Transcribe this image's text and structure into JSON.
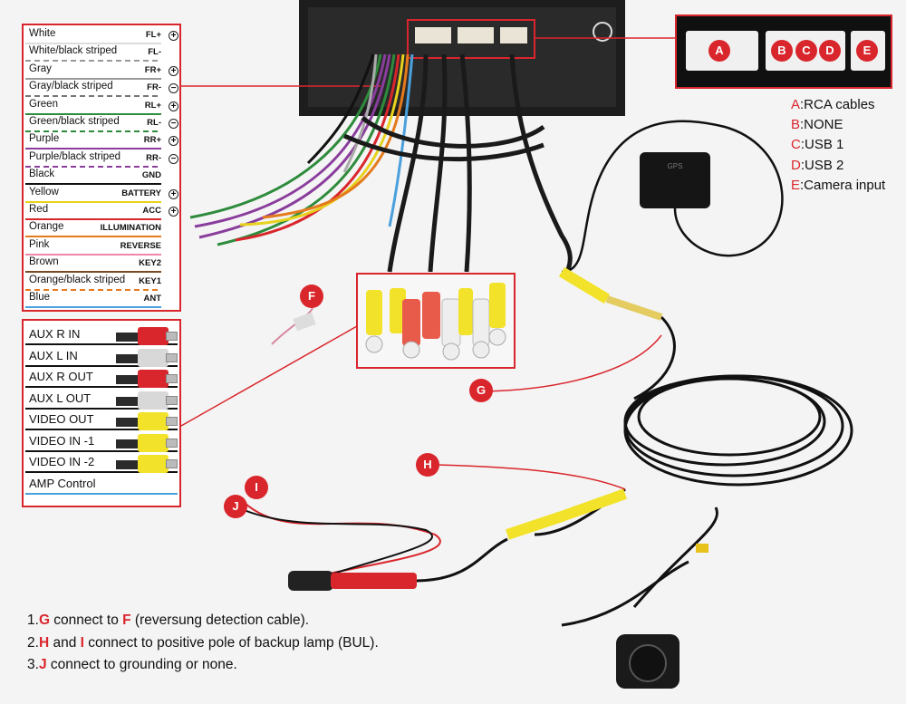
{
  "wire_table": {
    "rows": [
      {
        "name": "White",
        "tag": "FL+",
        "color": "#dddddd",
        "polarity": "+"
      },
      {
        "name": "White/black striped",
        "tag": "FL-",
        "color": "#999999",
        "polarity": ""
      },
      {
        "name": "Gray",
        "tag": "FR+",
        "color": "#9a9a9a",
        "polarity": "+"
      },
      {
        "name": "Gray/black striped",
        "tag": "FR-",
        "color": "#777777",
        "polarity": "−"
      },
      {
        "name": "Green",
        "tag": "RL+",
        "color": "#2e8b3c",
        "polarity": "+"
      },
      {
        "name": "Green/black striped",
        "tag": "RL-",
        "color": "#2e8b3c",
        "polarity": "−"
      },
      {
        "name": "Purple",
        "tag": "RR+",
        "color": "#8a3d9c",
        "polarity": "+"
      },
      {
        "name": "Purple/black striped",
        "tag": "RR-",
        "color": "#8a3d9c",
        "polarity": "−"
      },
      {
        "name": "Black",
        "tag": "GND",
        "color": "#111111",
        "polarity": ""
      },
      {
        "name": "Yellow",
        "tag": "BATTERY",
        "color": "#e8d21c",
        "polarity": "+"
      },
      {
        "name": "Red",
        "tag": "ACC",
        "color": "#d9262c",
        "polarity": "+"
      },
      {
        "name": "Orange",
        "tag": "ILLUMINATION",
        "color": "#e47a1c",
        "polarity": ""
      },
      {
        "name": "Pink",
        "tag": "REVERSE",
        "color": "#ee88aa",
        "polarity": ""
      },
      {
        "name": "Brown",
        "tag": "KEY2",
        "color": "#7a4a22",
        "polarity": ""
      },
      {
        "name": "Orange/black striped",
        "tag": "KEY1",
        "color": "#e47a1c",
        "polarity": ""
      },
      {
        "name": "Blue",
        "tag": "ANT",
        "color": "#4aa0dd",
        "polarity": ""
      }
    ]
  },
  "rca_table": {
    "rows": [
      {
        "name": "AUX R IN",
        "plug_color": "#d9262c"
      },
      {
        "name": "AUX L IN",
        "plug_color": "#d8d8d8"
      },
      {
        "name": "AUX R OUT",
        "plug_color": "#d9262c"
      },
      {
        "name": "AUX L OUT",
        "plug_color": "#d8d8d8"
      },
      {
        "name": "VIDEO OUT",
        "plug_color": "#f2e22a"
      },
      {
        "name": "VIDEO IN -1",
        "plug_color": "#f2e22a"
      },
      {
        "name": "VIDEO IN -2",
        "plug_color": "#f2e22a"
      },
      {
        "name": "AMP Control",
        "plug_color": ""
      }
    ]
  },
  "connector_box": {
    "badges": [
      "A",
      "B",
      "C",
      "D",
      "E"
    ]
  },
  "legend": [
    {
      "letter": "A",
      "text": ":RCA cables"
    },
    {
      "letter": "B",
      "text": ":NONE"
    },
    {
      "letter": "C",
      "text": ":USB 1"
    },
    {
      "letter": "D",
      "text": ":USB 2"
    },
    {
      "letter": "E",
      "text": ":Camera input"
    }
  ],
  "point_labels": [
    "F",
    "G",
    "H",
    "I",
    "J"
  ],
  "notes": [
    {
      "num": "1.",
      "parts": [
        {
          "t": "G",
          "red": true
        },
        {
          "t": " connect to ",
          "red": false
        },
        {
          "t": "F",
          "red": true
        },
        {
          "t": " (reversung detection cable).",
          "red": false
        }
      ]
    },
    {
      "num": "2.",
      "parts": [
        {
          "t": "H",
          "red": true
        },
        {
          "t": " and ",
          "red": false
        },
        {
          "t": "I",
          "red": true
        },
        {
          "t": " connect to positive pole of backup lamp (BUL).",
          "red": false
        }
      ]
    },
    {
      "num": "3.",
      "parts": [
        {
          "t": "J",
          "red": true
        },
        {
          "t": " connect to grounding or none.",
          "red": false
        }
      ]
    }
  ],
  "colors": {
    "accent": "#d9262c",
    "background": "#f4f4f4"
  }
}
